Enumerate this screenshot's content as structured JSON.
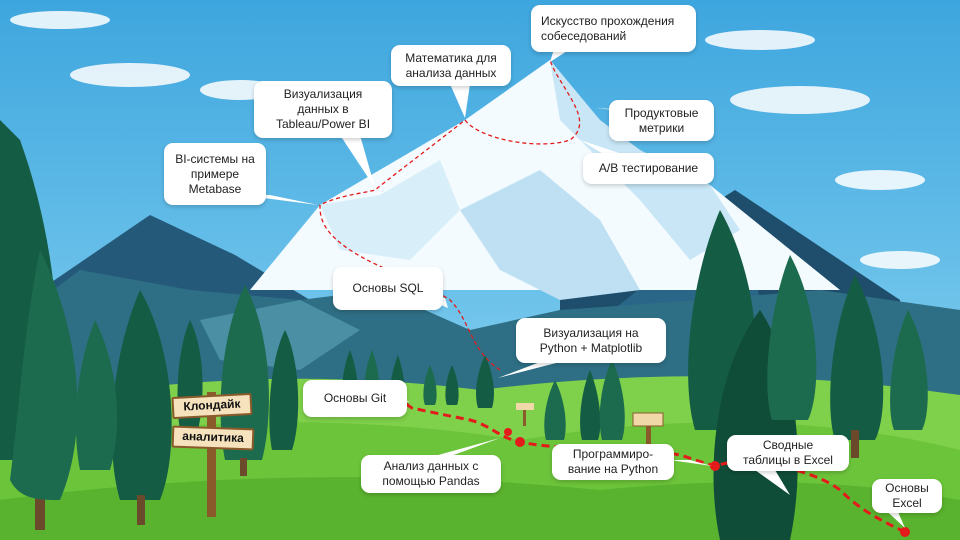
{
  "signpost": {
    "line1": "Клондайк",
    "line2": "аналитика"
  },
  "steps": [
    {
      "id": "excel",
      "label": "Основы\nExcel"
    },
    {
      "id": "pivot",
      "label": "Сводные\nтаблицы в Excel"
    },
    {
      "id": "python",
      "label": "Программиро-\nвание на Python"
    },
    {
      "id": "pandas",
      "label": "Анализ данных с\nпомощью Pandas"
    },
    {
      "id": "git",
      "label": "Основы Git"
    },
    {
      "id": "matplotlib",
      "label": "Визуализация на\nPython + Matplotlib"
    },
    {
      "id": "sql",
      "label": "Основы SQL"
    },
    {
      "id": "bi",
      "label": "BI-системы на\nпримере\nMetabase"
    },
    {
      "id": "tableau",
      "label": "Визуализация\nданных в\nTableau/Power BI"
    },
    {
      "id": "math",
      "label": "Математика для\nанализа данных"
    },
    {
      "id": "interview",
      "label": "Искусство прохождения\nсобеседований"
    },
    {
      "id": "metrics",
      "label": "Продуктовые\nметрики"
    },
    {
      "id": "ab",
      "label": "A/B тестирование"
    }
  ],
  "colors": {
    "sky": "#4aabe0",
    "mountain_dark": "#1f4e68",
    "snow": "#f4fbff",
    "grass": "#6cc43a",
    "tree": "#145c44",
    "trail": "#e31b1b",
    "callout": "#ffffff"
  }
}
